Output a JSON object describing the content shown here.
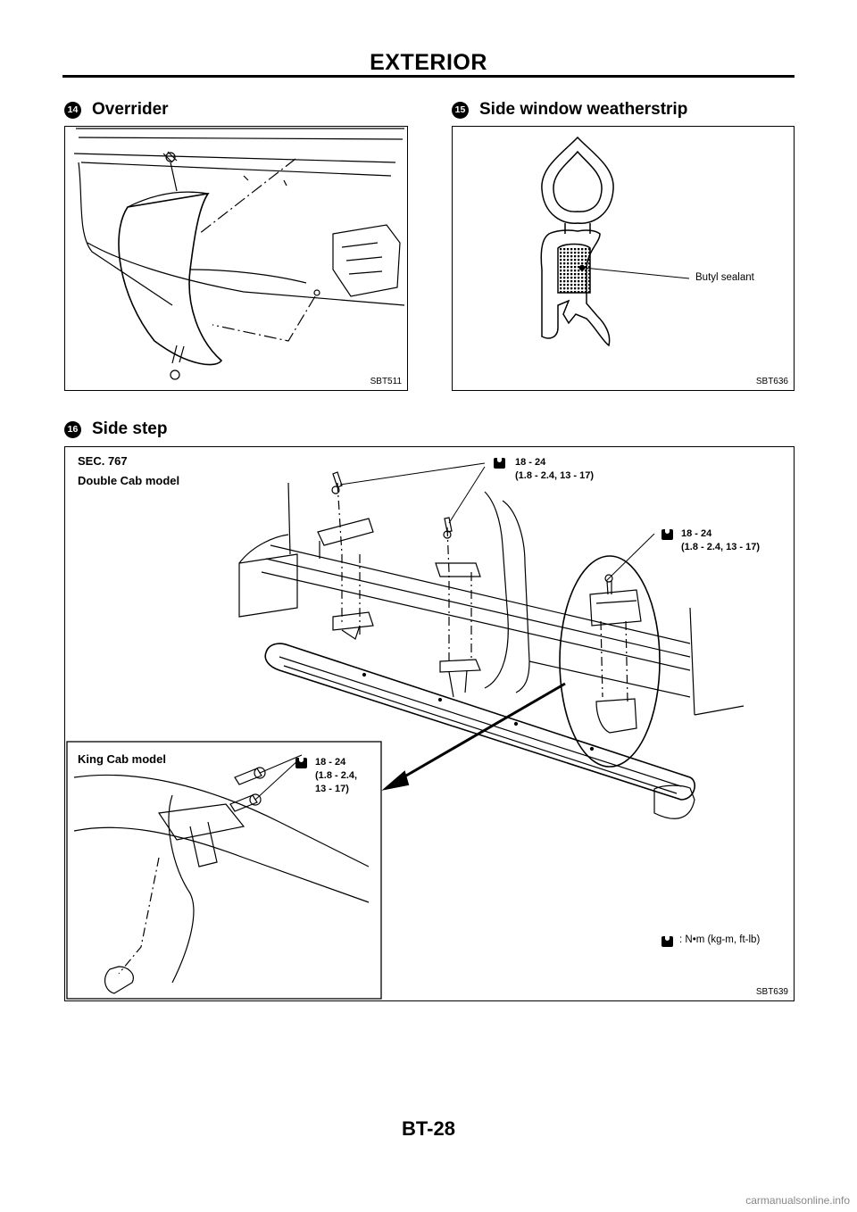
{
  "header": {
    "title": "EXTERIOR"
  },
  "sections": {
    "overrider": {
      "num": "14",
      "title": "Overrider",
      "code": "SBT511"
    },
    "weatherstrip": {
      "num": "15",
      "title": "Side window weatherstrip",
      "code": "SBT636",
      "callout": "Butyl sealant"
    },
    "side_step": {
      "num": "16",
      "title": "Side step",
      "code": "SBT639",
      "sec": "SEC. 767",
      "double_cab": "Double Cab model",
      "king_cab": "King Cab model",
      "torque_1a": "18 - 24",
      "torque_1b": "(1.8 - 2.4, 13 - 17)",
      "torque_2a": "18 - 24",
      "torque_2b": "(1.8 - 2.4, 13 - 17)",
      "torque_3a": "18 - 24",
      "torque_3b": "(1.8 - 2.4,",
      "torque_3c": "13 - 17)",
      "legend": ": N•m (kg-m, ft-lb)"
    }
  },
  "footer": {
    "page": "BT-28",
    "watermark": "carmanualsonline.info"
  },
  "icons": [
    "torque-wrench-icon"
  ]
}
